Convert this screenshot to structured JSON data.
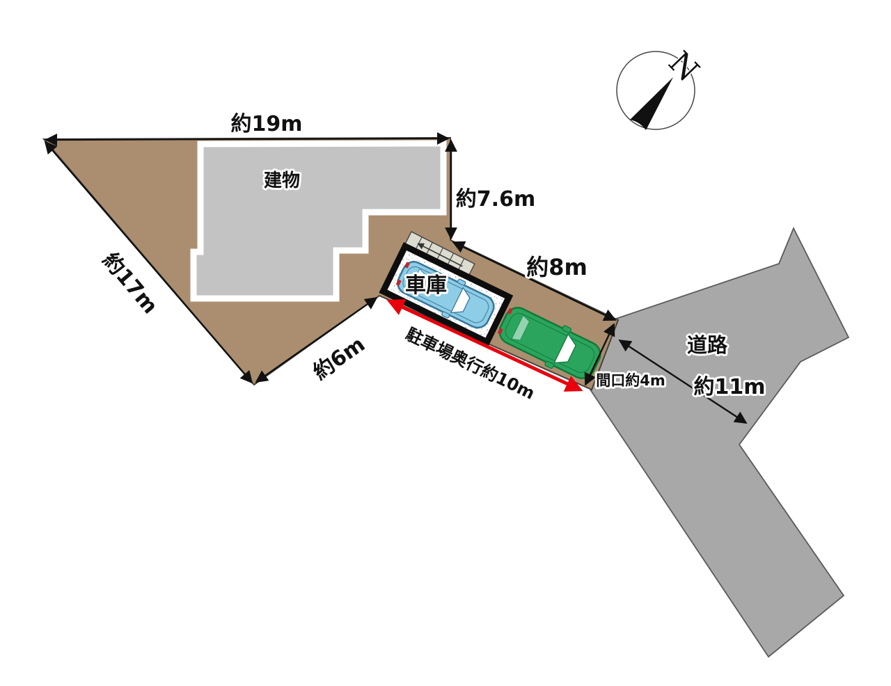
{
  "labels": {
    "top_width": "約19m",
    "left_side": "約17m",
    "right_side": "約7.6m",
    "upper_strip": "約8m",
    "lower_left": "約6m",
    "building": "建物",
    "garage": "車庫",
    "parking_depth": "駐車場奥行約10m",
    "frontage": "間口約4m",
    "road": "道路",
    "road_length": "約11m",
    "north": "N"
  },
  "colors": {
    "land": "#ab8e6f",
    "road": "#a8a8a8",
    "building": "#c3c3c3",
    "stairs": "#dcdcd0",
    "garage_border": "#0d0d0d",
    "dimension_arrow": "#111111",
    "parking_arrow_red": "#e8000d",
    "car_blue": "#8ecde6",
    "car_blue_outline": "#35769b",
    "car_green": "#2ba55e",
    "car_green_outline": "#0f7a3a"
  }
}
